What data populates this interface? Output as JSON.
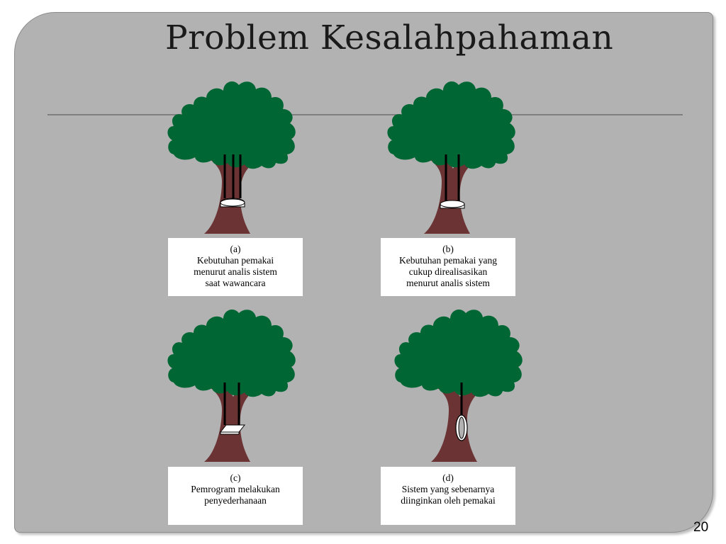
{
  "slide": {
    "title": "Problem Kesalahpahaman",
    "page_number": "20"
  },
  "panels": [
    {
      "id": "a",
      "label": "(a)",
      "lines": [
        "Kebutuhan pemakai",
        "menurut analis sistem",
        "saat wawancara"
      ],
      "swing": "three-rope-tire"
    },
    {
      "id": "b",
      "label": "(b)",
      "lines": [
        "Kebutuhan pemakai yang",
        "cukup direalisasikan",
        "menurut analis sistem"
      ],
      "swing": "two-rope-tire"
    },
    {
      "id": "c",
      "label": "(c)",
      "lines": [
        "Pemrogram melakukan",
        "penyederhanaan"
      ],
      "swing": "two-rope-board"
    },
    {
      "id": "d",
      "label": "(d)",
      "lines": [
        "Sistem yang sebenarnya",
        "diinginkan oleh pemakai"
      ],
      "swing": "one-rope-hanging-tire"
    }
  ],
  "colors": {
    "background": "#b2b2b2",
    "foliage": "#006633",
    "trunk": "#6b3333",
    "rope": "#000000",
    "seat": "#ffffff"
  }
}
